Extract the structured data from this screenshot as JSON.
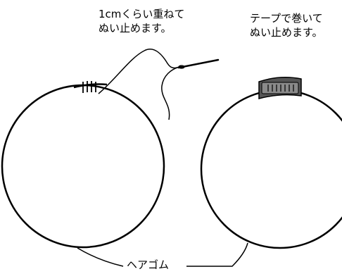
{
  "captions": {
    "sewn_overlap": {
      "line1": "1cmくらい重ねて",
      "line2": "ぬい止めます。"
    },
    "taped": {
      "line1": "テープで巻いて",
      "line2": "ぬい止めます。"
    },
    "hair_elastic": "ヘアゴム"
  },
  "colors": {
    "ink": "#000000",
    "tape": "#555555",
    "tape_light": "#8a8a8a"
  },
  "icons": [
    "needle-icon",
    "thread-icon",
    "tape-wrap-icon"
  ]
}
